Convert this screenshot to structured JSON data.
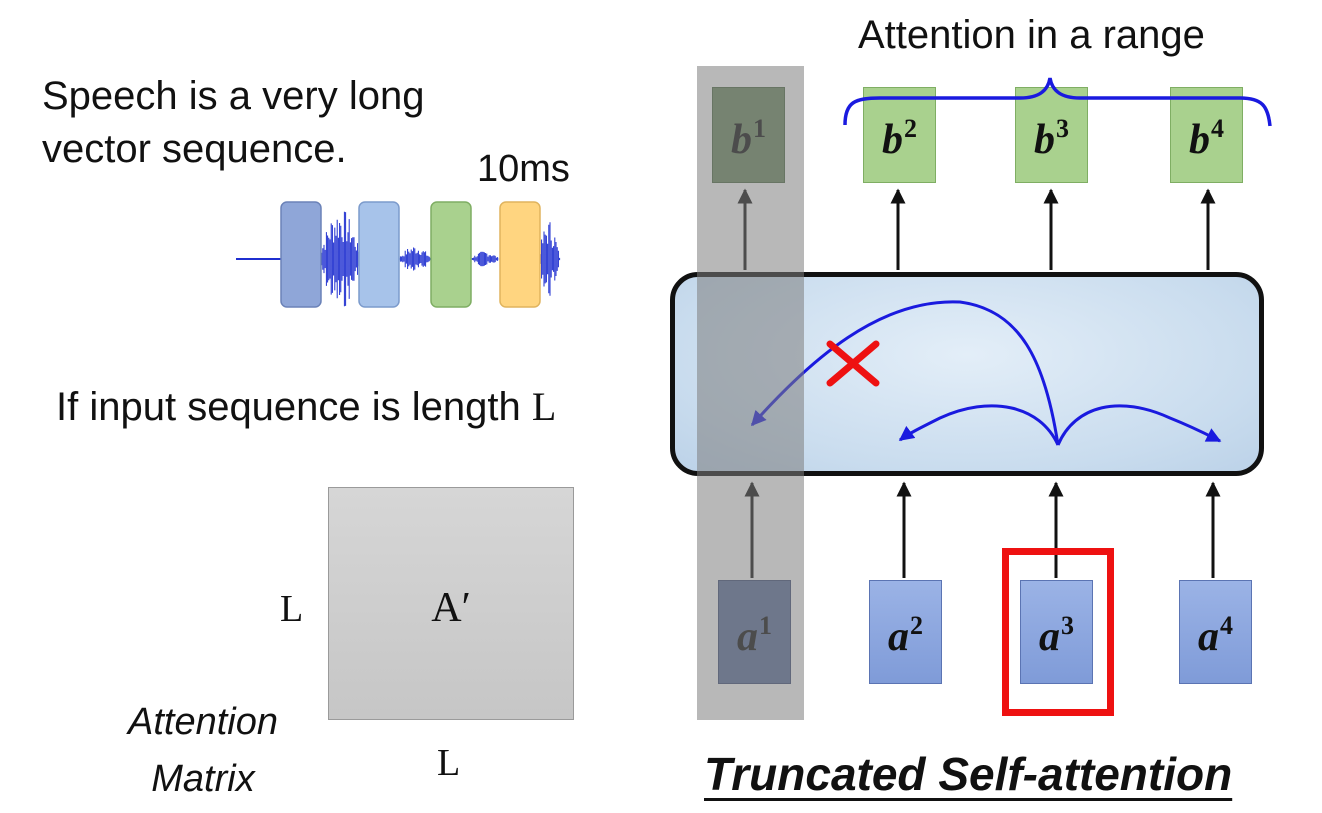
{
  "left_panel": {
    "speech_line1": "Speech is a very long",
    "speech_line2": "vector sequence.",
    "frame_duration": "10ms",
    "input_length_text": "If input sequence is length",
    "input_length_symbol": "L",
    "matrix_row_label": "L",
    "matrix_col_label": "L",
    "matrix_label": "A′",
    "matrix_caption_line1": "Attention",
    "matrix_caption_line2": "Matrix",
    "frame_colors": [
      "#8fa6d8",
      "#a7c3ea",
      "#a9d18e",
      "#ffd580"
    ]
  },
  "right_panel": {
    "range_label": "Attention in a range",
    "title": "Truncated Self-attention",
    "outputs": [
      {
        "base": "b",
        "sup": "1"
      },
      {
        "base": "b",
        "sup": "2"
      },
      {
        "base": "b",
        "sup": "3"
      },
      {
        "base": "b",
        "sup": "4"
      }
    ],
    "inputs": [
      {
        "base": "a",
        "sup": "1"
      },
      {
        "base": "a",
        "sup": "2"
      },
      {
        "base": "a",
        "sup": "3"
      },
      {
        "base": "a",
        "sup": "4"
      }
    ],
    "colors": {
      "output_fill": "#a9d18e",
      "output_fill_masked": "#6e8b63",
      "input_fill": "#8fa6dc",
      "input_fill_masked": "#5c6f9c",
      "attention_arc": "#1a1adf",
      "blocked_mark": "#ee1111",
      "query_highlight": "#ee1111",
      "brace": "#1a1adf"
    }
  }
}
